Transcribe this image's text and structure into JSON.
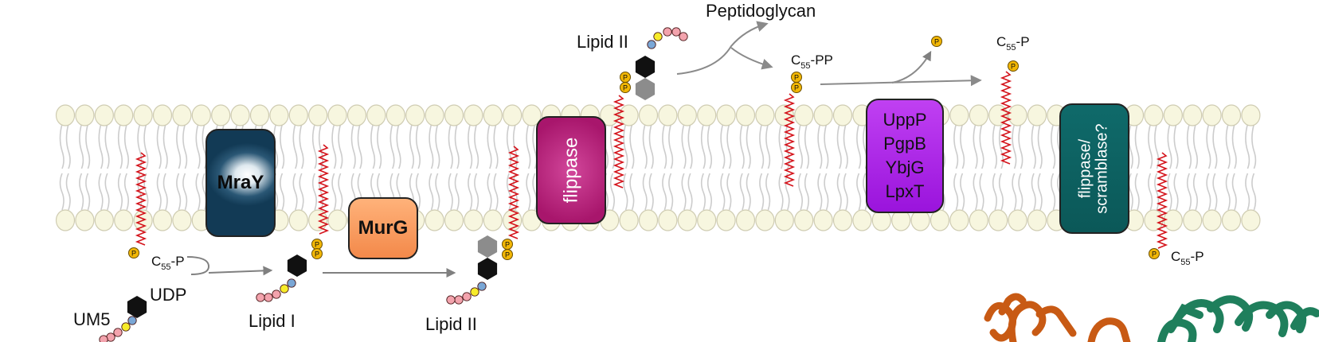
{
  "labels": {
    "peptidoglycan": "Peptidoglycan",
    "lipid_ii_top": "Lipid II",
    "lipid_ii_bottom": "Lipid II",
    "lipid_i": "Lipid I",
    "udp": "UDP",
    "um5": "UM5",
    "c55p_left": {
      "main": "C",
      "sub": "55",
      "suffix": "-P"
    },
    "c55pp": {
      "main": "C",
      "sub": "55",
      "suffix": "-PP"
    },
    "c55p_top": {
      "main": "C",
      "sub": "55",
      "suffix": "-P"
    },
    "c55p_right": {
      "main": "C",
      "sub": "55",
      "suffix": "-P"
    },
    "phosphate": "P"
  },
  "enzymes": {
    "mray": "MraY",
    "murg": "MurG",
    "flippase": "flippase",
    "upp_list": [
      "UppP",
      "PgpB",
      "YbjG",
      "LpxT"
    ],
    "flippase_scramblase": [
      "flippase/",
      "scramblase?"
    ]
  },
  "colors": {
    "lipid_head": "#f7f6df",
    "lipid_stroke": "#cfccb2",
    "lipid_tail": "#cccccc",
    "isoprenoid": "#d4141c",
    "phosphate": "#f2b705",
    "sugar": "#111111",
    "sugar_gray": "#8c8c8c",
    "arrow": "#808080",
    "protein_orange": "#c85a14",
    "protein_green": "#1f7f5c"
  }
}
